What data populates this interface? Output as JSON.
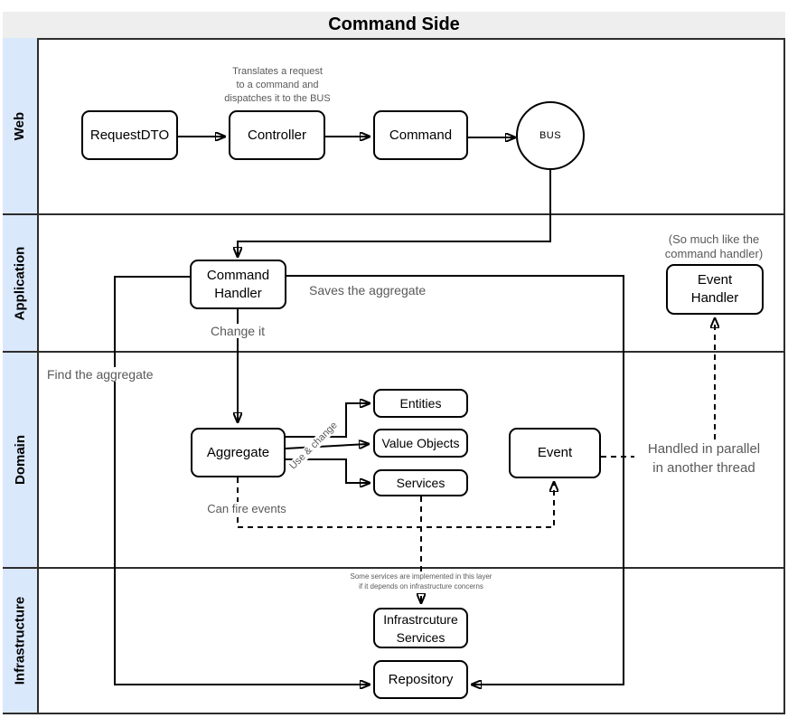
{
  "title": "Command Side",
  "lanes": [
    {
      "label": "Web"
    },
    {
      "label": "Application"
    },
    {
      "label": "Domain"
    },
    {
      "label": "Infrastructure"
    }
  ],
  "nodes": {
    "request_dto": "RequestDTO",
    "controller": "Controller",
    "command": "Command",
    "bus": "BUS",
    "command_handler": "Command\nHandler",
    "event_handler": "Event\nHandler",
    "aggregate": "Aggregate",
    "entities": "Entities",
    "value_objects": "Value Objects",
    "services": "Services",
    "event": "Event",
    "infrastructure_services": "Infrastrcuture\nServices",
    "repository": "Repository"
  },
  "annotations": {
    "controller_note": "Translates a request\nto a command and\ndispatches it to the BUS",
    "saves_aggregate": "Saves the aggregate",
    "change_it": "Change it",
    "find_aggregate": "Find the aggregate",
    "event_handler_note": "(So much like the\ncommand handler)",
    "use_and_change": "Use & change",
    "can_fire_events": "Can fire events",
    "handled_parallel": "Handled in parallel\nin another thread",
    "infra_services_note": "Some services are implemented in this layer\nif it depends on infrastructure concerns"
  },
  "colors": {
    "lane_fill": "#dae8fc",
    "title_fill": "#eeeeee",
    "border": "#2d2d2d",
    "node_border": "#000000",
    "note_text": "#595959"
  }
}
